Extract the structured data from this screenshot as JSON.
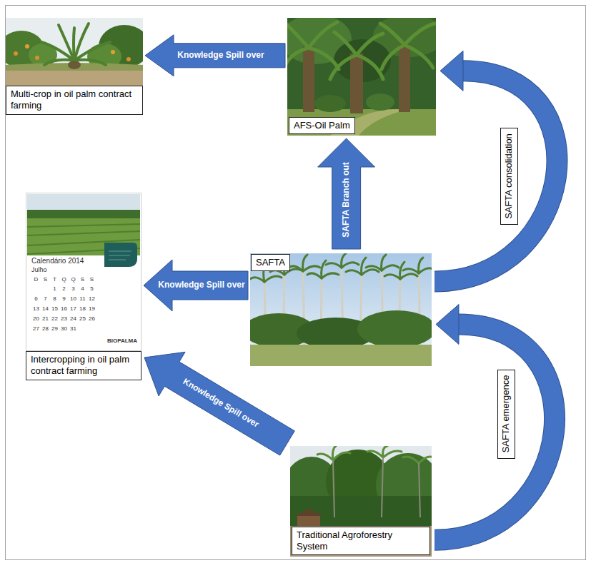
{
  "diagram": {
    "nodes": [
      {
        "text": [
          "Multi-crop in oil palm contract farming"
        ]
      },
      {
        "text": [
          "AFS-Oil Palm"
        ]
      },
      {
        "text": [
          "Intercropping in oil palm contract farming"
        ]
      },
      {
        "text": [
          "SAFTA"
        ]
      },
      {
        "text": [
          "Traditional Agroforestry System"
        ]
      }
    ],
    "edges": [
      {
        "from": 3,
        "to": 1,
        "label": "SAFTA Branch out",
        "arrow": "to"
      },
      {
        "from": 1,
        "to": 0,
        "label": "Knowledge Spill over",
        "arrow": "to"
      },
      {
        "from": 3,
        "to": 2,
        "label": "Knowledge Spill over",
        "arrow": "to"
      },
      {
        "from": 4,
        "to": 2,
        "label": "Knowledge Spill over",
        "arrow": "to"
      },
      {
        "from": 3,
        "to": 1,
        "label": "SAFTA consolidation",
        "arrow": "to"
      },
      {
        "from": 4,
        "to": 3,
        "label": "SAFTA emergence",
        "arrow": "to"
      }
    ],
    "labels": [
      "Calendário 2014",
      "Julho",
      "D",
      "S",
      "T",
      "Q",
      "Q",
      "S",
      "S",
      "1",
      "2",
      "3",
      "4",
      "5",
      "6",
      "7",
      "8",
      "9",
      "10",
      "11",
      "12",
      "13",
      "14",
      "15",
      "16",
      "17",
      "18",
      "19",
      "20",
      "21",
      "22",
      "23",
      "24",
      "25",
      "26",
      "27",
      "28",
      "29",
      "30",
      "31",
      "BIOPALMA"
    ]
  }
}
